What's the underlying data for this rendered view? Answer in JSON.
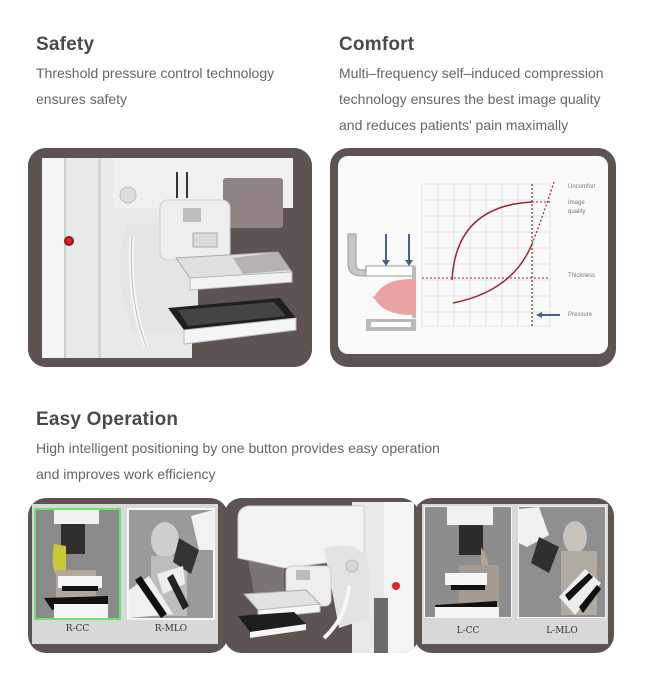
{
  "sections": {
    "safety": {
      "title": "Safety",
      "lines": [
        "Threshold pressure control technology",
        "ensures safety"
      ]
    },
    "comfort": {
      "title": "Comfort",
      "lines": [
        "Multi–frequency self–induced compression",
        "technology ensures the best image quality",
        "and reduces patients' pain maximally"
      ]
    },
    "easy_operation": {
      "title": "Easy Operation",
      "lines": [
        "High intelligent positioning by one button provides easy operation",
        "and improves work efficiency"
      ]
    }
  },
  "comfort_diagram": {
    "labels": {
      "uncomfort": "Uncomfort",
      "image_quality_1": "Image",
      "image_quality_2": "quality",
      "thickness": "Thickness",
      "pressure": "Pressure"
    },
    "colors": {
      "curve": "#a3242c",
      "arrow": "#4a5f86",
      "grid": "#e3e3e3",
      "breast": "#eaa3a3"
    }
  },
  "positions": {
    "r_cc": "R-CC",
    "r_mlo": "R-MLO",
    "l_cc": "L-CC",
    "l_mlo": "L-MLO"
  },
  "colors": {
    "frame": "#5d5350",
    "selected": "#6ee06e"
  }
}
